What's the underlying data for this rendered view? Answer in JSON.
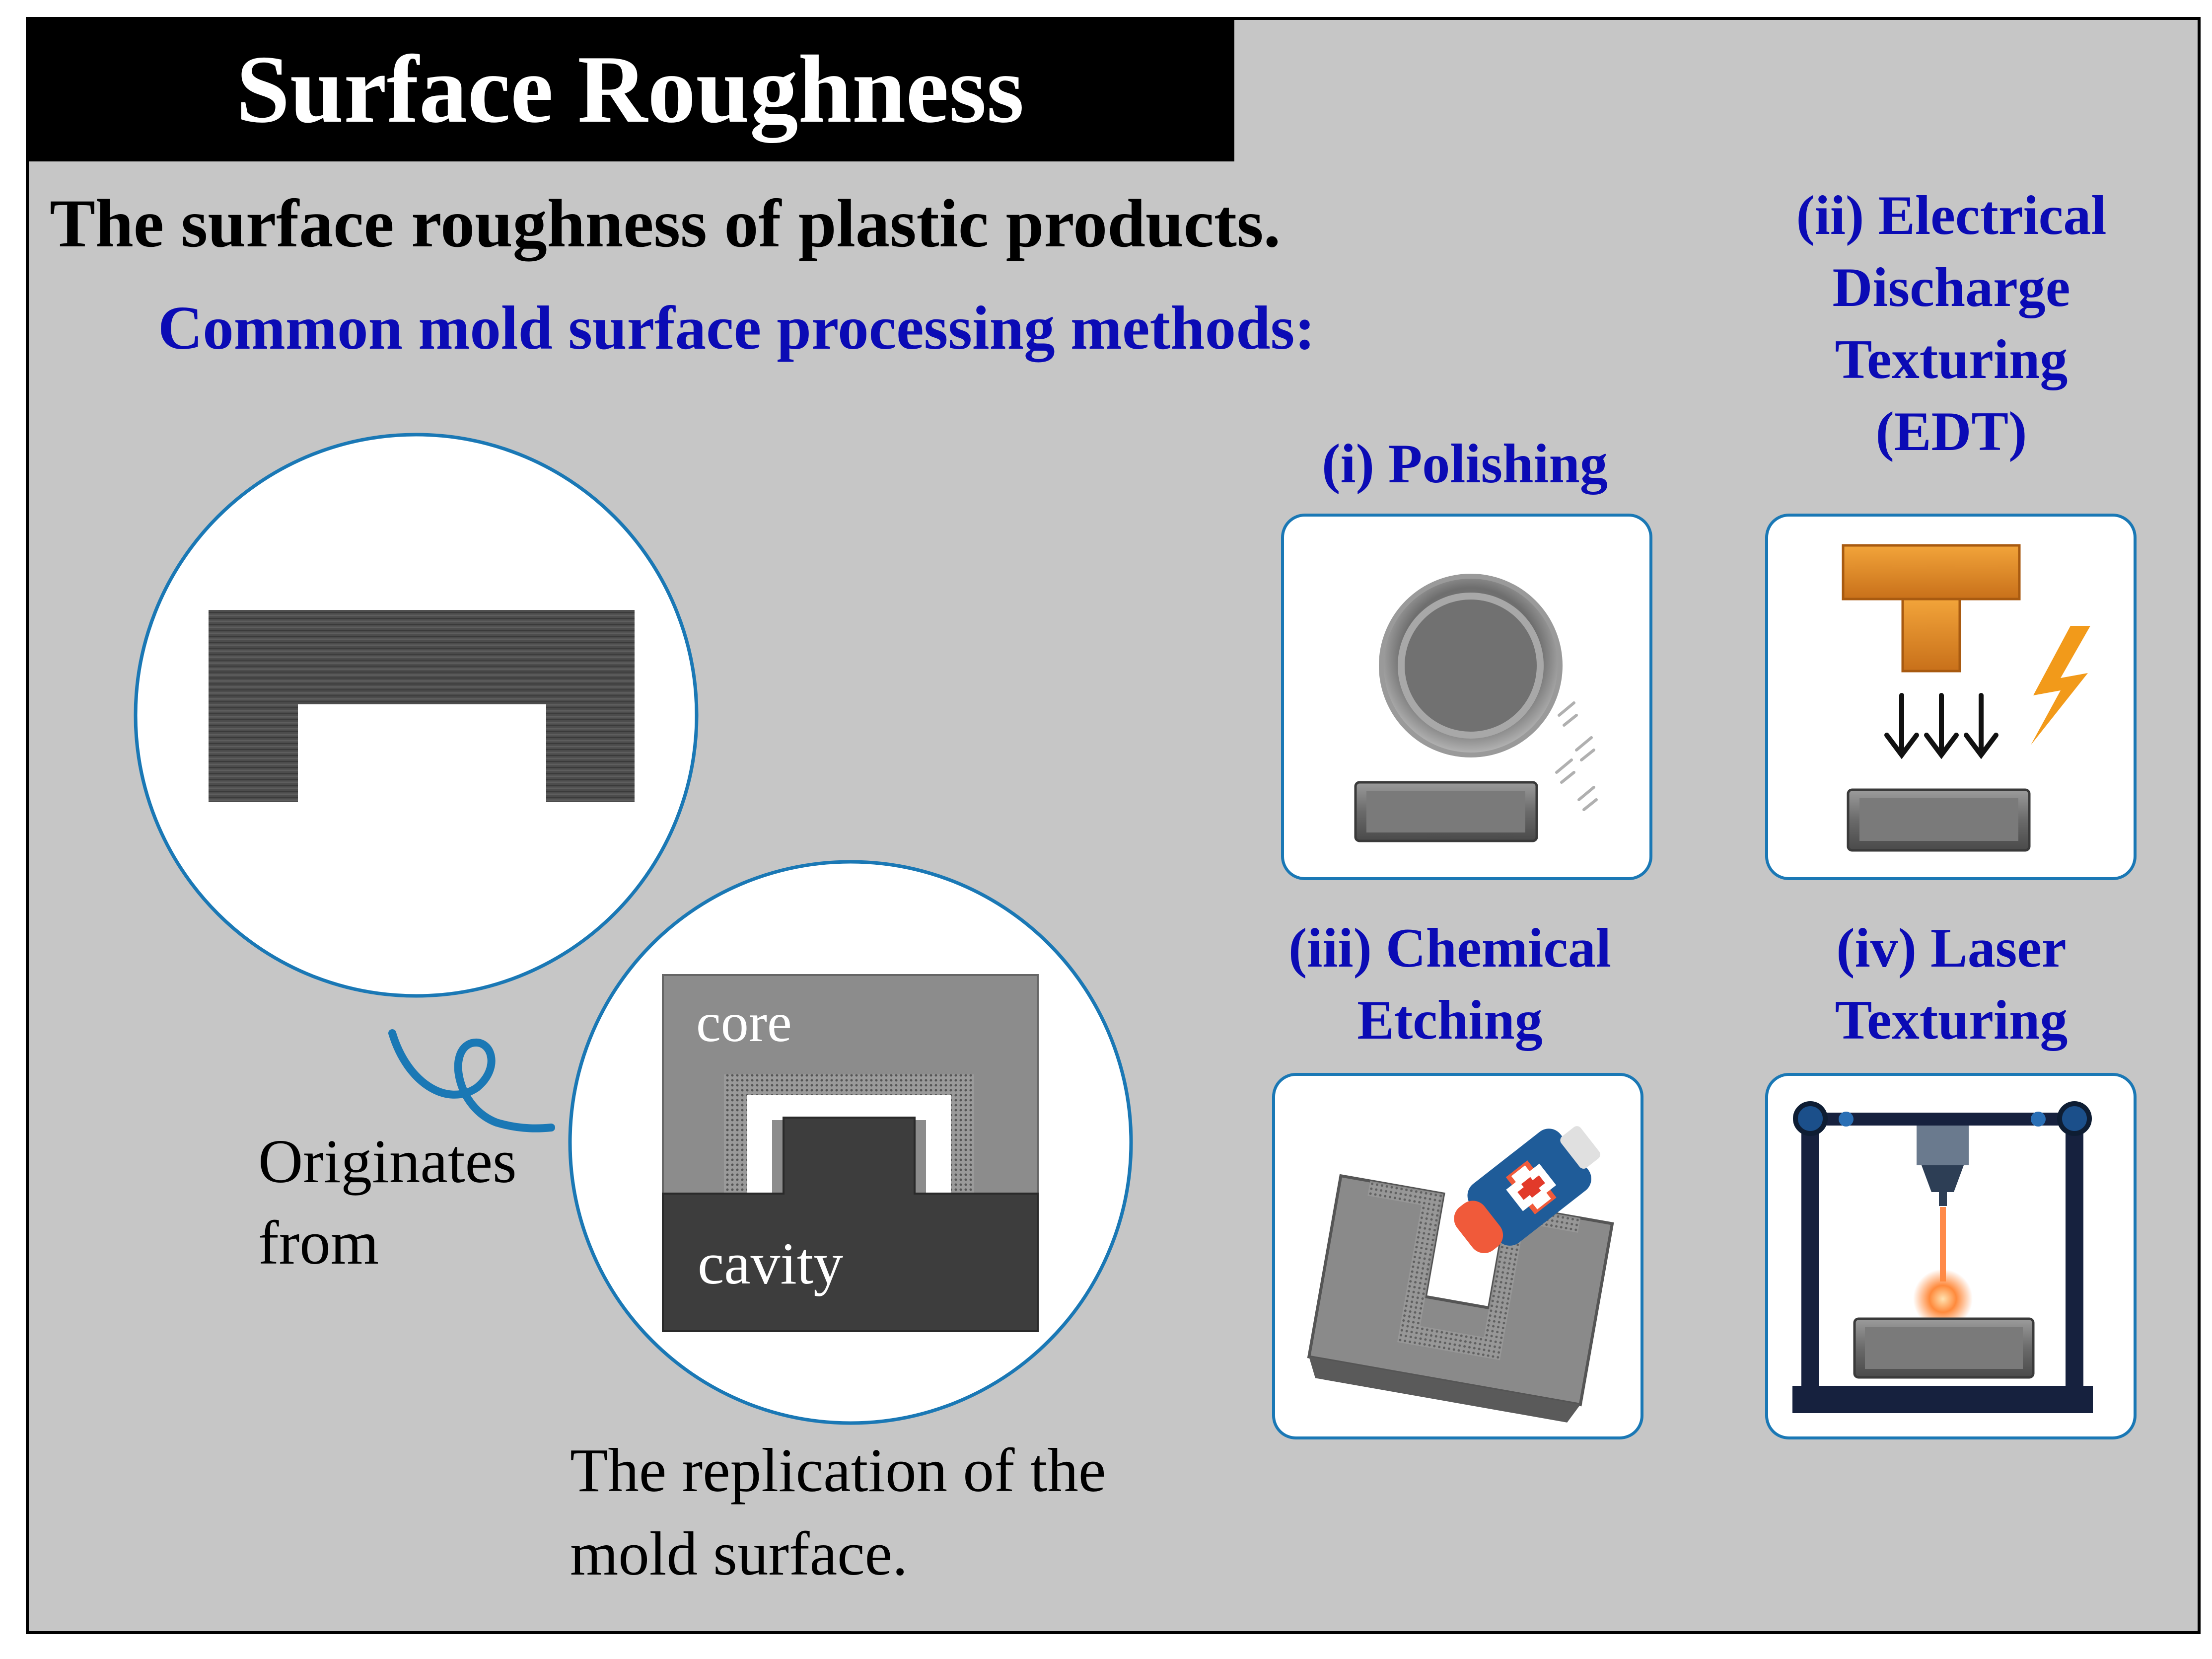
{
  "title": "Surface Roughness",
  "headline": "The surface roughness of plastic products.",
  "subheadline": "Common mold surface processing methods:",
  "diagram": {
    "core_label": "core",
    "cavity_label": "cavity",
    "originates_line1": "Originates",
    "originates_line2": "from",
    "replication_line1": "The replication of the",
    "replication_line2": "mold surface."
  },
  "methods": [
    {
      "lines": [
        "(i) Polishing"
      ],
      "icon": "polishing-wheel-icon"
    },
    {
      "lines": [
        "(ii) Electrical",
        "Discharge",
        "Texturing",
        "(EDT)"
      ],
      "icon": "edt-electrode-icon"
    },
    {
      "lines": [
        "(iii) Chemical",
        "Etching"
      ],
      "icon": "chemical-bottle-icon"
    },
    {
      "lines": [
        "(iv) Laser",
        "Texturing"
      ],
      "icon": "laser-printer-icon"
    }
  ],
  "colors": {
    "background": "#c6c6c6",
    "title_bar": "#000000",
    "method_label": "#0b0bb5",
    "card_border": "#1a78b5",
    "electrode": "#e08a1e",
    "bottle": "#1f5c99",
    "laser": "#ff7a3c"
  }
}
